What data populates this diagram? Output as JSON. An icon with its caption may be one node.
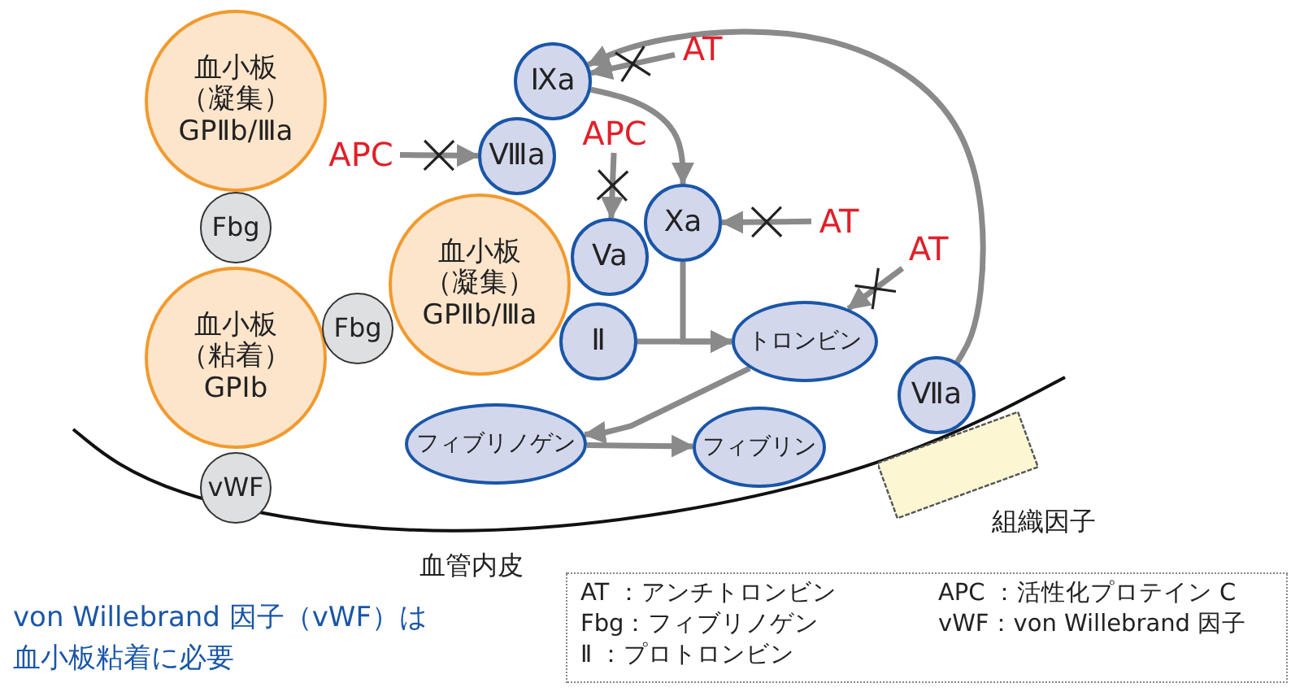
{
  "diagram": {
    "nodes": [
      {
        "text": [
          "血小板",
          "（凝集）",
          "GPⅡb/Ⅲa"
        ]
      },
      {
        "text": [
          "Fbg"
        ]
      },
      {
        "text": [
          "血小板",
          "（粘着）",
          "GPⅠb"
        ]
      },
      {
        "text": [
          "vWF"
        ]
      },
      {
        "text": [
          "Fbg"
        ]
      },
      {
        "text": [
          "血小板",
          "（凝集）",
          "GPⅡb/Ⅲa"
        ]
      },
      {
        "text": [
          "Ⅸa"
        ]
      },
      {
        "text": [
          "Ⅷa"
        ]
      },
      {
        "text": [
          "Va"
        ]
      },
      {
        "text": [
          "Xa"
        ]
      },
      {
        "text": [
          "Ⅱ"
        ]
      },
      {
        "text": [
          "トロンビン"
        ]
      },
      {
        "text": [
          "フィブリノゲン"
        ]
      },
      {
        "text": [
          "フィブリン"
        ]
      },
      {
        "text": [
          "Ⅶa"
        ]
      },
      {
        "text": [
          "組織因子"
        ]
      },
      {
        "text": [
          "APC"
        ]
      },
      {
        "text": [
          "APC"
        ]
      },
      {
        "text": [
          "AT"
        ]
      },
      {
        "text": [
          "AT"
        ]
      },
      {
        "text": [
          "AT"
        ]
      }
    ],
    "edges": [
      {
        "from": 14,
        "to": 6,
        "arrow": "to"
      },
      {
        "from": 6,
        "to": 9,
        "arrow": "to"
      },
      {
        "from": 9,
        "to": 11,
        "arrow": "to"
      },
      {
        "from": 10,
        "to": 11,
        "arrow": "to"
      },
      {
        "from": 11,
        "to": 12,
        "arrow": "to"
      },
      {
        "from": 12,
        "to": 13,
        "arrow": "to"
      },
      {
        "from": 16,
        "to": 7,
        "arrow": "to"
      },
      {
        "from": 17,
        "to": 8,
        "arrow": "to"
      },
      {
        "from": 18,
        "to": 6,
        "arrow": "to"
      },
      {
        "from": 19,
        "to": 9,
        "arrow": "to"
      },
      {
        "from": 20,
        "to": 11,
        "arrow": "to"
      }
    ],
    "labels": [
      "血管内皮",
      "von Willebrand 因子（vWF）は血小板粘着に必要",
      "AT ：アンチトロンビン",
      "APC ：活性化プロテイン C",
      "Fbg：フィブリノゲン",
      "vWF：von Willebrand 因子",
      "Ⅱ ：プロトロンビン"
    ]
  }
}
